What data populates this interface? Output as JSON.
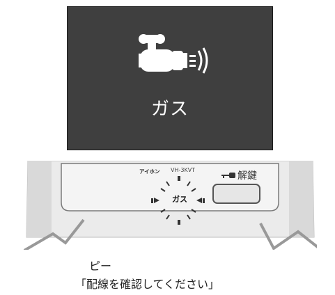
{
  "display": {
    "label": "ガス",
    "icon": "gas-valve-icon"
  },
  "device": {
    "brand": "アイホン",
    "model": "VH-3KVT",
    "release_label": "解鍵",
    "lamp_label": "ガス",
    "key_icon": "key-icon"
  },
  "caption": {
    "sound": "ピー",
    "message": "「配線を確認してください」"
  }
}
